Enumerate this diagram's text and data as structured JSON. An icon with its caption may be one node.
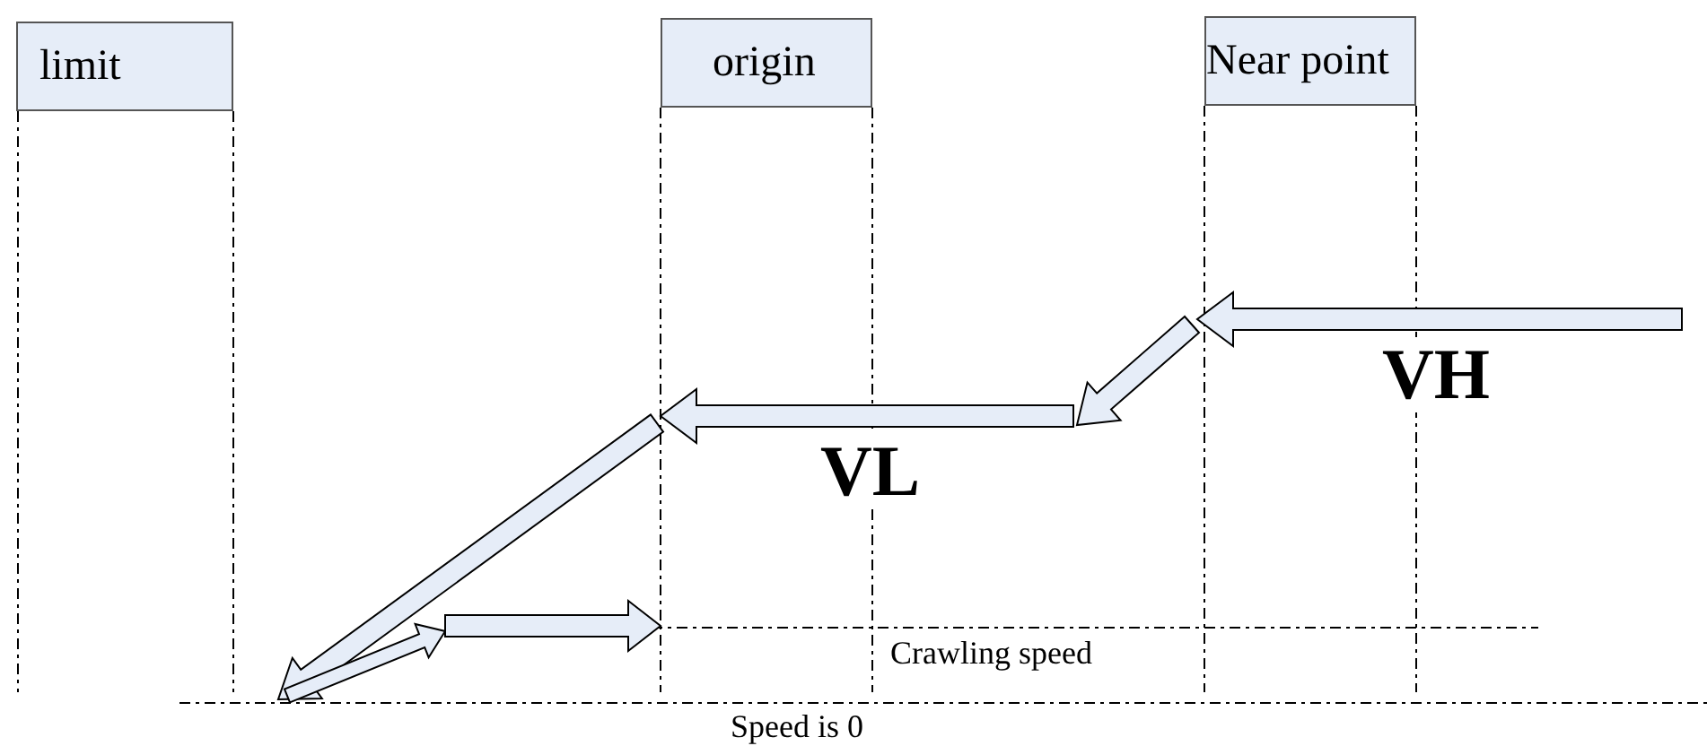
{
  "diagram": {
    "nodes": [
      {
        "text": [
          "limit"
        ]
      },
      {
        "text": [
          "origin"
        ]
      },
      {
        "text": [
          "Near point"
        ]
      }
    ],
    "labels": [
      "VH",
      "VL",
      "Crawling speed",
      "Speed is 0"
    ]
  }
}
